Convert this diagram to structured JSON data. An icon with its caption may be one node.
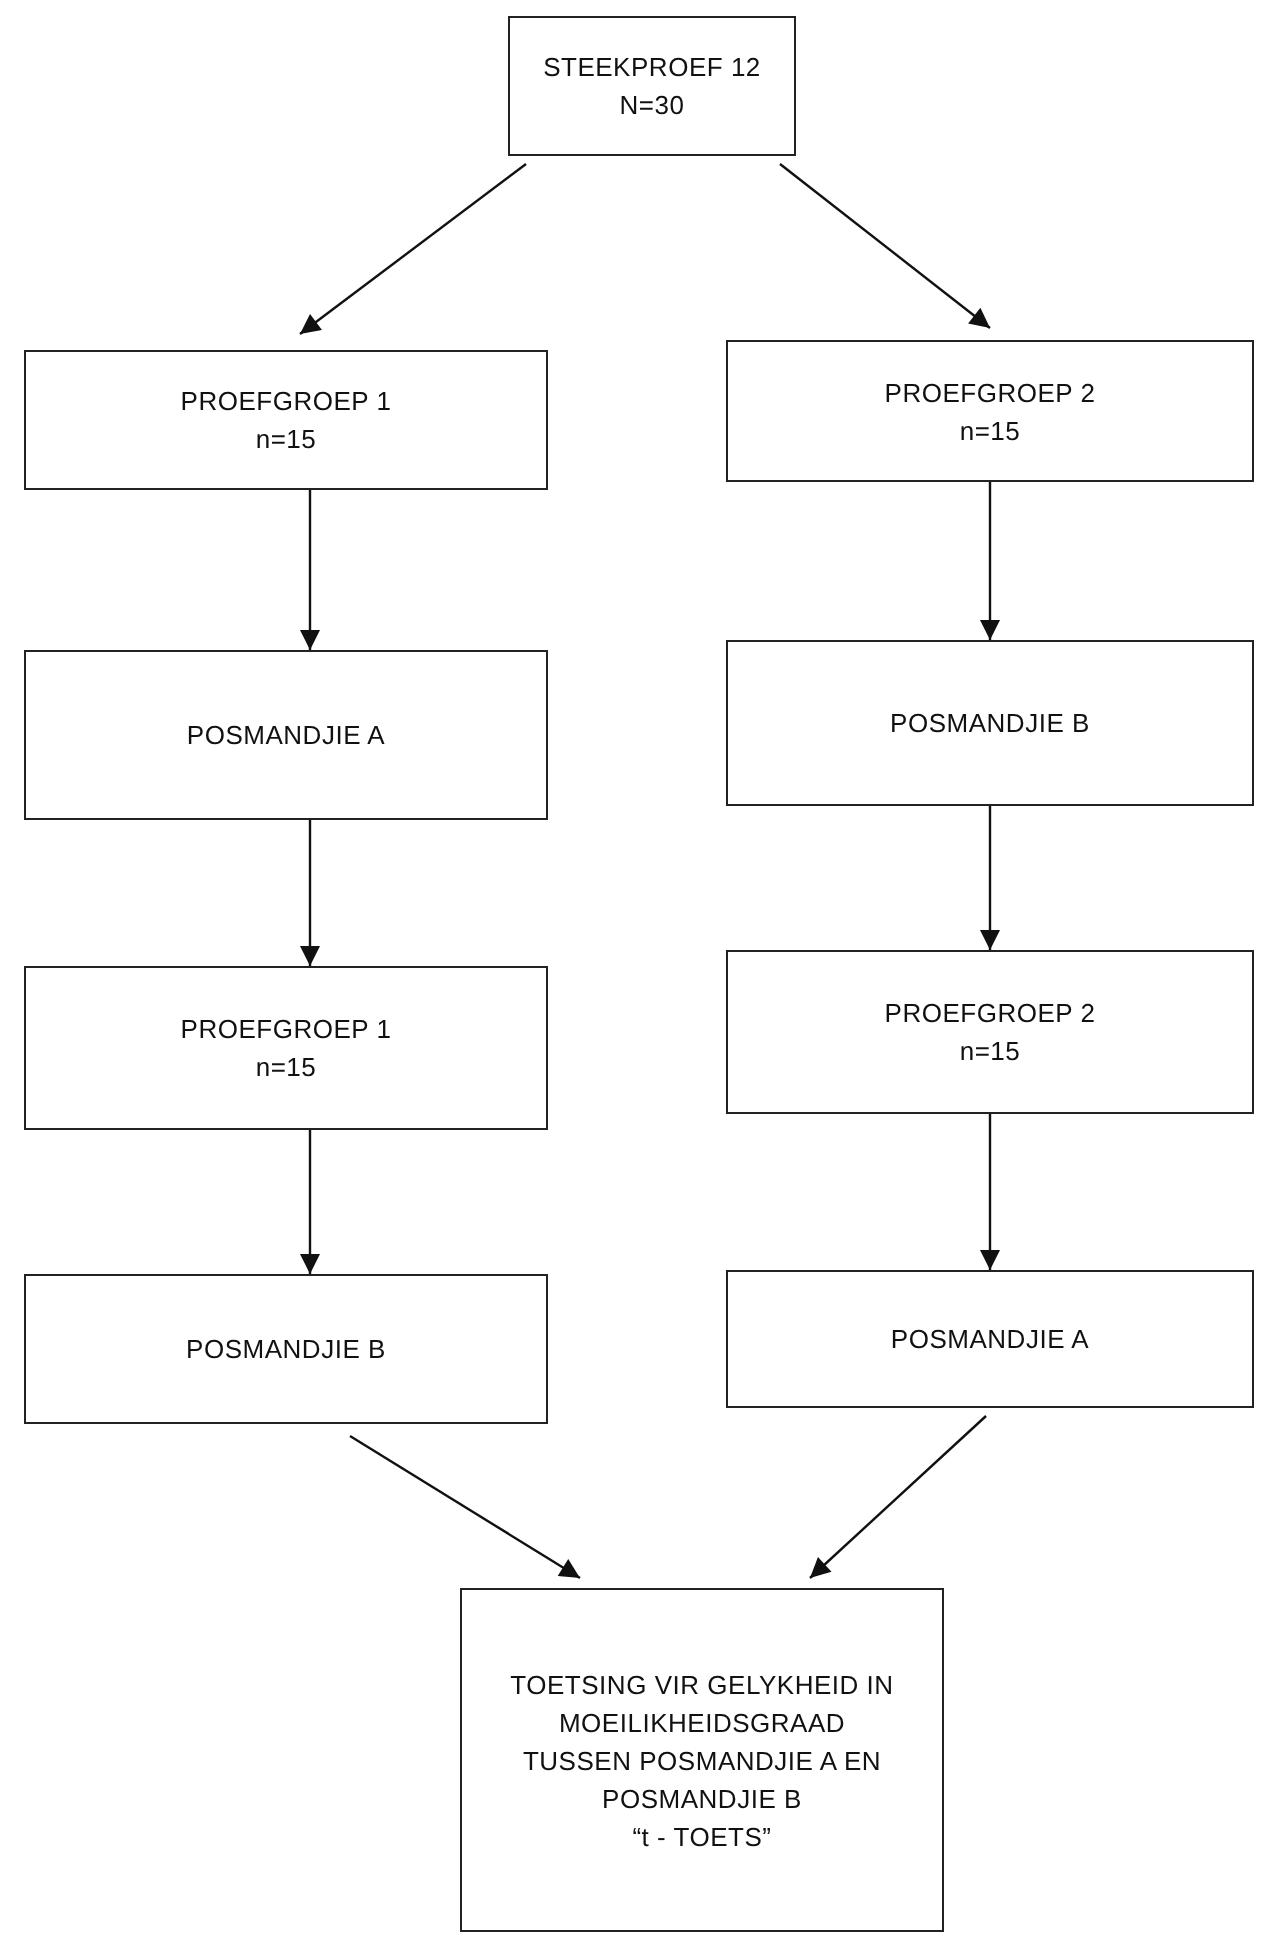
{
  "diagram": {
    "nodes": [
      {
        "text": [
          "STEEKPROEF 12",
          "N=30"
        ]
      },
      {
        "text": [
          "PROEFGROEP 1",
          "n=15"
        ]
      },
      {
        "text": [
          "PROEFGROEP 2",
          "n=15"
        ]
      },
      {
        "text": [
          "POSMANDJIE A"
        ]
      },
      {
        "text": [
          "POSMANDJIE B"
        ]
      },
      {
        "text": [
          "PROEFGROEP 1",
          "n=15"
        ]
      },
      {
        "text": [
          "PROEFGROEP 2",
          "n=15"
        ]
      },
      {
        "text": [
          "POSMANDJIE B"
        ]
      },
      {
        "text": [
          "POSMANDJIE A"
        ]
      },
      {
        "text": [
          "TOETSING VIR GELYKHEID IN MOEILIKHEIDSGRAAD TUSSEN POSMANDJIE A EN POSMANDJIE B",
          "“t - TOETS”"
        ]
      }
    ],
    "edges": [
      {
        "from": 0,
        "to": 1,
        "arrow": "to"
      },
      {
        "from": 0,
        "to": 2,
        "arrow": "to"
      },
      {
        "from": 1,
        "to": 3,
        "arrow": "to"
      },
      {
        "from": 2,
        "to": 4,
        "arrow": "to"
      },
      {
        "from": 3,
        "to": 5,
        "arrow": "to"
      },
      {
        "from": 4,
        "to": 6,
        "arrow": "to"
      },
      {
        "from": 5,
        "to": 7,
        "arrow": "to"
      },
      {
        "from": 6,
        "to": 8,
        "arrow": "to"
      },
      {
        "from": 7,
        "to": 9,
        "arrow": "to"
      },
      {
        "from": 8,
        "to": 9,
        "arrow": "to"
      }
    ]
  }
}
